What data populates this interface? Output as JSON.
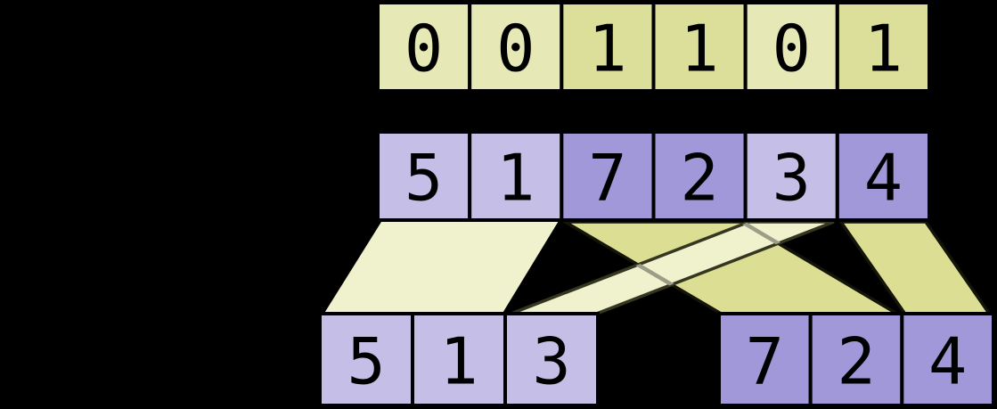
{
  "diagram": {
    "kind": "array-partition-by-flags",
    "background": "#000000",
    "colors": {
      "flag_zero_fill": "#e6e8b6",
      "flag_one_fill": "#dcdf99",
      "value_flag_zero_fill": "#c5bfe7",
      "value_flag_one_fill": "#a098d8",
      "band_light_fill": "#f0f2ce",
      "band_light_stroke": "#343620",
      "band_dark_fill": "#dcdf93",
      "band_dark_stroke": "#141408",
      "band_overlap_line": "#9b9d86",
      "cell_border": "#000000",
      "digit_color": "#000000"
    },
    "flags_row": {
      "values": [
        "0",
        "0",
        "1",
        "1",
        "0",
        "1"
      ],
      "flags": [
        0,
        0,
        1,
        1,
        0,
        1
      ]
    },
    "values_row": {
      "values": [
        "5",
        "1",
        "7",
        "2",
        "3",
        "4"
      ],
      "flags": [
        0,
        0,
        1,
        1,
        0,
        1
      ]
    },
    "output_left": {
      "values": [
        "5",
        "1",
        "3"
      ],
      "flags": [
        0,
        0,
        0
      ]
    },
    "output_right": {
      "values": [
        "7",
        "2",
        "4"
      ],
      "flags": [
        1,
        1,
        1
      ]
    },
    "flows": [
      {
        "name": "flow-zeros-5-1",
        "src_cols": [
          0,
          1
        ],
        "dst": "left",
        "dst_cells": [
          0,
          1
        ],
        "tone": "light"
      },
      {
        "name": "flow-ones-7-2",
        "src_cols": [
          2,
          3
        ],
        "dst": "right",
        "dst_cells": [
          0,
          1
        ],
        "tone": "dark"
      },
      {
        "name": "flow-zero-3",
        "src_cols": [
          4,
          4
        ],
        "dst": "left",
        "dst_cells": [
          2,
          2
        ],
        "tone": "light-cross"
      },
      {
        "name": "flow-one-4",
        "src_cols": [
          5,
          5
        ],
        "dst": "right",
        "dst_cells": [
          2,
          2
        ],
        "tone": "dark"
      }
    ]
  }
}
